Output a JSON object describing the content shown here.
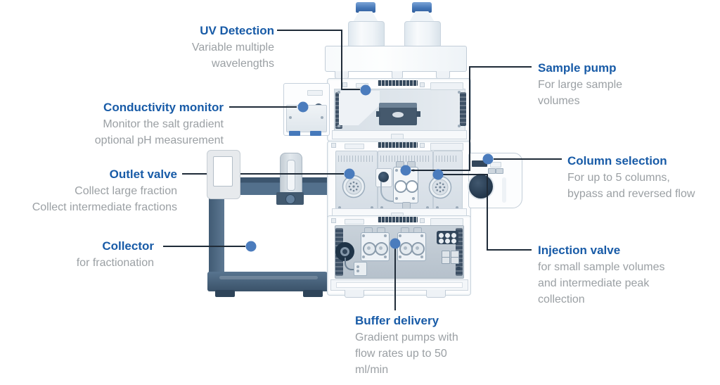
{
  "callouts": {
    "uv_detection": {
      "title": "UV Detection",
      "lines": [
        "Variable multiple",
        "wavelengths"
      ]
    },
    "conductivity_monitor": {
      "title": "Conductivity monitor",
      "lines": [
        "Monitor the salt gradient",
        "optional pH measurement"
      ]
    },
    "outlet_valve": {
      "title": "Outlet valve",
      "lines": [
        "Collect large fraction",
        "Collect intermediate fractions"
      ]
    },
    "collector": {
      "title": "Collector",
      "lines": [
        "for fractionation"
      ]
    },
    "sample_pump": {
      "title": "Sample pump",
      "lines": [
        "For large sample",
        "volumes"
      ]
    },
    "column_selection": {
      "title": "Column selection",
      "lines": [
        "For up to 5 columns,",
        "bypass and reversed flow"
      ]
    },
    "injection_valve": {
      "title": "Injection valve",
      "lines": [
        "for small sample volumes",
        "and intermediate peak",
        "collection"
      ]
    },
    "buffer_delivery": {
      "title": "Buffer delivery",
      "lines": [
        "Gradient pumps with",
        "flow rates up to 50",
        "ml/min"
      ]
    }
  },
  "colors": {
    "heading_blue": "#185ba7",
    "body_gray": "#9ba0a4",
    "marker_blue": "#4b7cbd",
    "callout_line": "#1f2b38",
    "machine_navy": "#3c5268",
    "machine_slate": "#53708c",
    "bottle_cap_blue": "#4577b7"
  }
}
